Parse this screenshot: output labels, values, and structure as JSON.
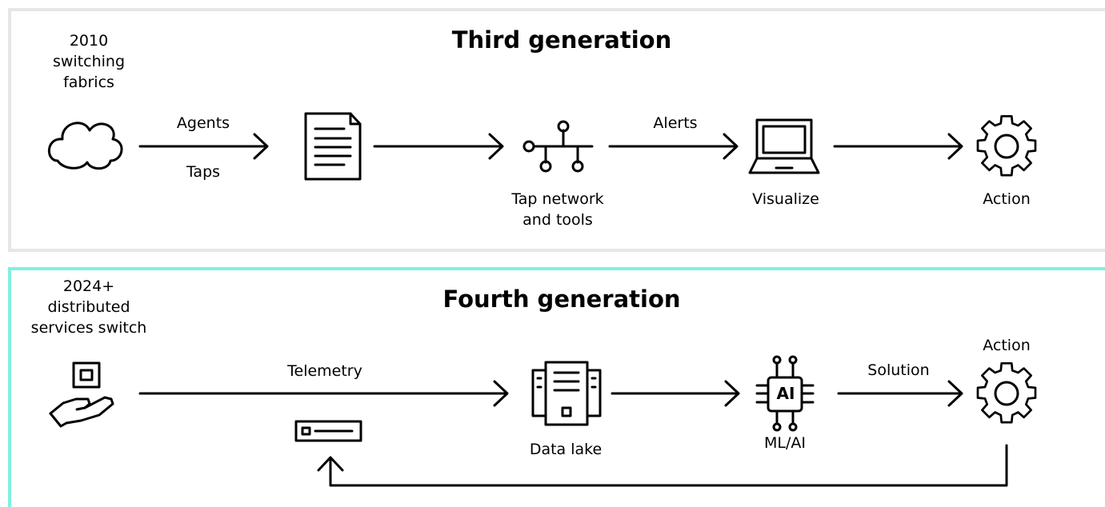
{
  "third": {
    "title": "Third generation",
    "source": "2010\nswitching\nfabrics",
    "agents": "Agents",
    "taps": "Taps",
    "alerts": "Alerts",
    "tap_network": "Tap network\nand tools",
    "visualize": "Visualize",
    "action": "Action"
  },
  "fourth": {
    "title": "Fourth generation",
    "source": "2024+\ndistributed\nservices switch",
    "telemetry": "Telemetry",
    "data_lake": "Data lake",
    "ml_ai": "ML/AI",
    "ai_chip_text": "AI",
    "solution": "Solution",
    "action": "Action"
  },
  "colors": {
    "third_border": "#e6e6e6",
    "fourth_border": "#7ff0df"
  }
}
